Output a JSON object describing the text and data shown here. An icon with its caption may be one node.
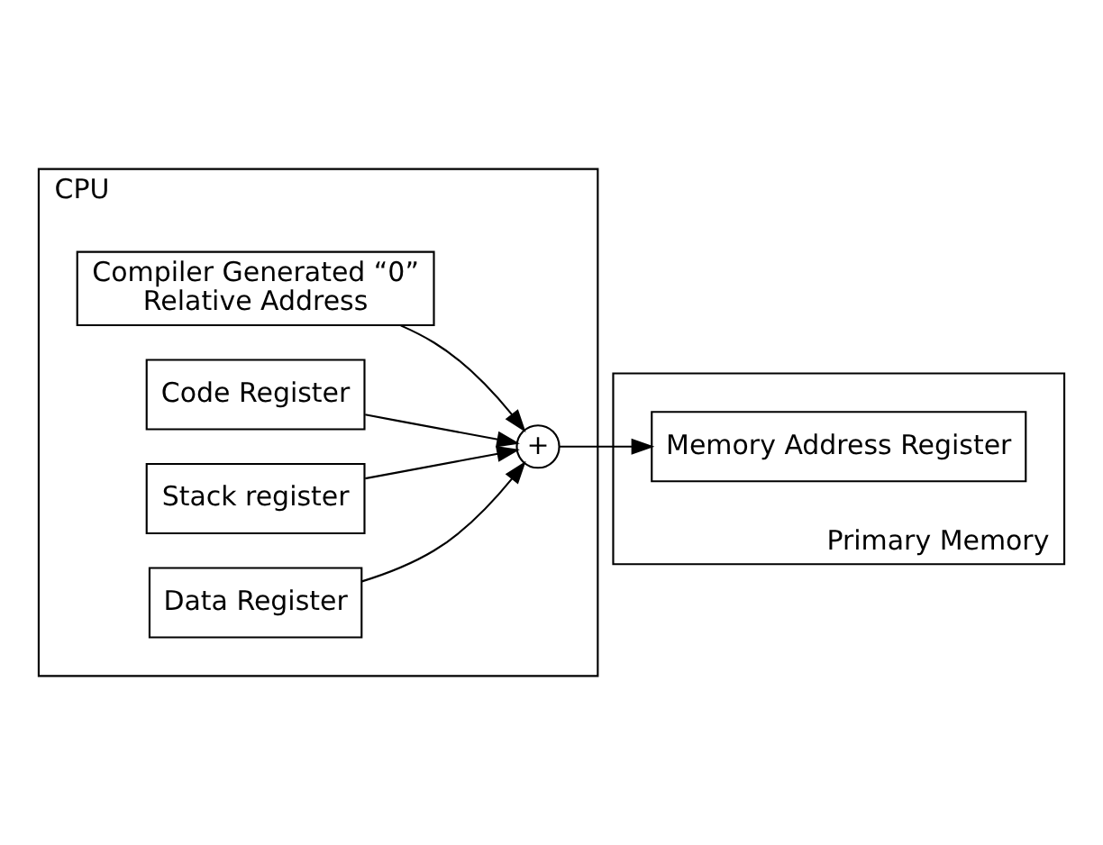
{
  "diagram": {
    "nodes": [
      {
        "text": [
          "CPU"
        ]
      },
      {
        "text": [
          "Compiler Generated “0” Relative Address"
        ],
        "in": 0
      },
      {
        "text": [
          "Code Register"
        ],
        "in": 0
      },
      {
        "text": [
          "Stack register"
        ],
        "in": 0
      },
      {
        "text": [
          "Data Register"
        ],
        "in": 0
      },
      {
        "text": [
          "+"
        ],
        "in": 0
      },
      {
        "text": [
          "Primary Memory"
        ]
      },
      {
        "text": [
          "Memory Address Register"
        ],
        "in": 6
      }
    ],
    "edges": [
      {
        "from": 1,
        "to": 5,
        "arrow": "to"
      },
      {
        "from": 2,
        "to": 5,
        "arrow": "to"
      },
      {
        "from": 3,
        "to": 5,
        "arrow": "to"
      },
      {
        "from": 4,
        "to": 5,
        "arrow": "to"
      },
      {
        "from": 5,
        "to": 7,
        "arrow": "to"
      }
    ]
  }
}
